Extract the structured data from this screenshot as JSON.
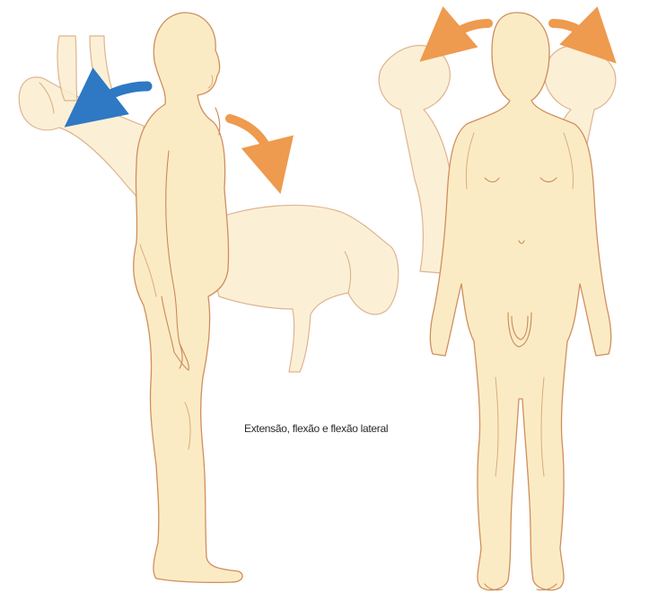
{
  "caption": "Extensão, flexão e flexão lateral",
  "colors": {
    "skin": "#fbebc4",
    "outline": "#cf8f5e",
    "arrow_extension": "#2f78c4",
    "arrow_flexion": "#ee9a4f",
    "arrow_lateral": "#ee9a4f"
  },
  "icons": {
    "extension": "curved-arrow-left",
    "flexion": "curved-arrow-down",
    "lateral_left": "curved-arrow-left",
    "lateral_right": "curved-arrow-right"
  }
}
